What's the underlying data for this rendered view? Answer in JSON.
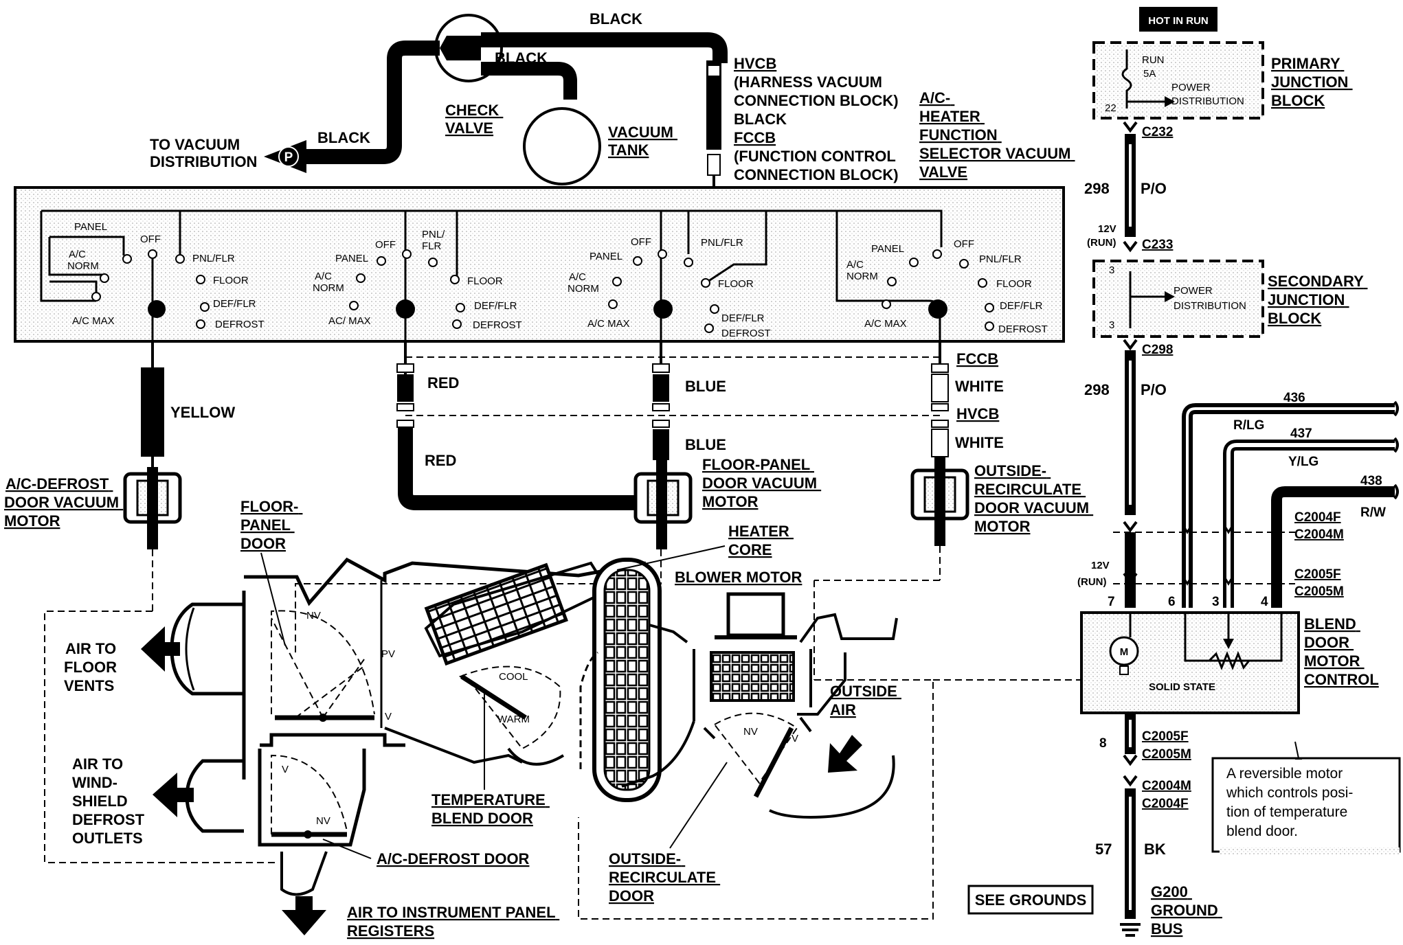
{
  "vacuum": {
    "hose_black_top": "BLACK",
    "hose_black_mid": "BLACK",
    "hose_black_left": "BLACK",
    "to_vacuum_distribution": [
      "TO VACUUM",
      "DISTRIBUTION"
    ],
    "p_marker": "P",
    "check_valve": [
      "CHECK",
      "VALVE"
    ],
    "vacuum_tank": [
      "VACUUM",
      "TANK"
    ],
    "hvcb_block": [
      "HVCB",
      "(HARNESS VACUUM",
      "CONNECTION BLOCK)",
      "BLACK",
      "FCCB",
      "(FUNCTION CONTROL",
      "CONNECTION BLOCK)"
    ],
    "selector_valve": [
      "A/C-",
      "HEATER",
      "FUNCTION",
      "SELECTOR VACUUM",
      "VALVE"
    ]
  },
  "selector_sections": [
    {
      "panel": "PANEL",
      "off": "OFF",
      "ac_norm": [
        "A/C",
        "NORM"
      ],
      "ac_max": "A/C MAX",
      "pnl_flr": "PNL/FLR",
      "floor": "FLOOR",
      "def_flr": "DEF/FLR",
      "defrost": "DEFROST"
    },
    {
      "panel": "PANEL",
      "off": "OFF",
      "ac_norm": [
        "A/C",
        "NORM"
      ],
      "ac_max": "AC/ MAX",
      "pnl_flr": [
        "PNL/",
        "FLR"
      ],
      "floor": "FLOOR",
      "def_flr": "DEF/FLR",
      "defrost": "DEFROST"
    },
    {
      "panel": "PANEL",
      "off": "OFF",
      "ac_norm": [
        "A/C",
        "NORM"
      ],
      "ac_max": "A/C MAX",
      "pnl_flr": "PNL/FLR",
      "floor": "FLOOR",
      "def_flr": "DEF/FLR",
      "defrost": "DEFROST"
    },
    {
      "panel": "PANEL",
      "off": "OFF",
      "ac_norm": [
        "A/C",
        "NORM"
      ],
      "ac_max": "A/C MAX",
      "pnl_flr": "PNL/FLR",
      "floor": "FLOOR",
      "def_flr": "DEF/FLR",
      "defrost": "DEFROST"
    }
  ],
  "hoses": {
    "yellow": "YELLOW",
    "red_top": "RED",
    "red_bottom": "RED",
    "blue_top": "BLUE",
    "blue_bottom": "BLUE",
    "white_top": "WHITE",
    "white_bottom": "WHITE",
    "fccb": "FCCB",
    "hvcb": "HVCB"
  },
  "motors": {
    "ac_defrost_motor": [
      "A/C-DEFROST",
      "DOOR VACUUM",
      "MOTOR"
    ],
    "floor_panel_motor": [
      "FLOOR-PANEL",
      "DOOR VACUUM",
      "MOTOR"
    ],
    "outside_recirc_motor": [
      "OUTSIDE-",
      "RECIRCULATE",
      "DOOR VACUUM",
      "MOTOR"
    ]
  },
  "hvac": {
    "floor_panel_door": [
      "FLOOR-",
      "PANEL",
      "DOOR"
    ],
    "heater_core": [
      "HEATER",
      "CORE"
    ],
    "blower_motor": "BLOWER MOTOR",
    "air_to_floor": [
      "AIR TO",
      "FLOOR",
      "VENTS"
    ],
    "air_to_windshield": [
      "AIR TO",
      "WIND-",
      "SHIELD",
      "DEFROST",
      "OUTLETS"
    ],
    "outside_air": [
      "OUTSIDE",
      "AIR"
    ],
    "temperature_blend_door": [
      "TEMPERATURE",
      "BLEND DOOR"
    ],
    "ac_defrost_door": "A/C-DEFROST DOOR",
    "outside_recirc_door": [
      "OUTSIDE-",
      "RECIRCULATE",
      "DOOR"
    ],
    "air_to_ip": [
      "AIR TO INSTRUMENT PANEL",
      "REGISTERS"
    ],
    "nv_1": "NV",
    "pv": "PV",
    "v_1": "V",
    "v_2": "V",
    "nv_2": "NV",
    "cool": "COOL",
    "warm": "WARM",
    "nv_3": "NV",
    "v_3": "V"
  },
  "electrical": {
    "hot_in_run": "HOT IN RUN",
    "run_fuse": [
      "RUN",
      "5A"
    ],
    "power_distribution_1": [
      "POWER",
      "DISTRIBUTION"
    ],
    "pin_22": "22",
    "primary_jb": [
      "PRIMARY",
      "JUNCTION",
      "BLOCK"
    ],
    "c232": "C232",
    "wire_298_a": "298",
    "po_a": "P/O",
    "run_12v_a": [
      "12V",
      "(RUN)"
    ],
    "c233": "C233",
    "pin_3_top": "3",
    "pin_3_bottom": "3",
    "power_distribution_2": [
      "POWER",
      "DISTRIBUTION"
    ],
    "secondary_jb": [
      "SECONDARY",
      "JUNCTION",
      "BLOCK"
    ],
    "c298": "C298",
    "wire_298_b": "298",
    "po_b": "P/O",
    "w436": "436",
    "rlg": "R/LG",
    "w437": "437",
    "ylg": "Y/LG",
    "w438": "438",
    "rw": "R/W",
    "c2004": [
      "C2004F",
      "C2004M"
    ],
    "c2005": [
      "C2005F",
      "C2005M"
    ],
    "run_12v_b": [
      "12V",
      "(RUN)"
    ],
    "pins": [
      "7",
      "6",
      "3",
      "4"
    ],
    "motor_m": "M",
    "solid_state": "SOLID STATE",
    "blend_door_motor_control": [
      "BLEND",
      "DOOR",
      "MOTOR",
      "CONTROL"
    ],
    "pin_8": "8",
    "c2005_b": [
      "C2005F",
      "C2005M"
    ],
    "c2004_b": [
      "C2004M",
      "C2004F"
    ],
    "wire_57": "57",
    "bk": "BK",
    "note": [
      "A reversible motor",
      "which controls posi-",
      "tion of temperature",
      "blend door."
    ],
    "see_grounds": "SEE GROUNDS",
    "g200": [
      "G200",
      "GROUND",
      "BUS"
    ]
  }
}
